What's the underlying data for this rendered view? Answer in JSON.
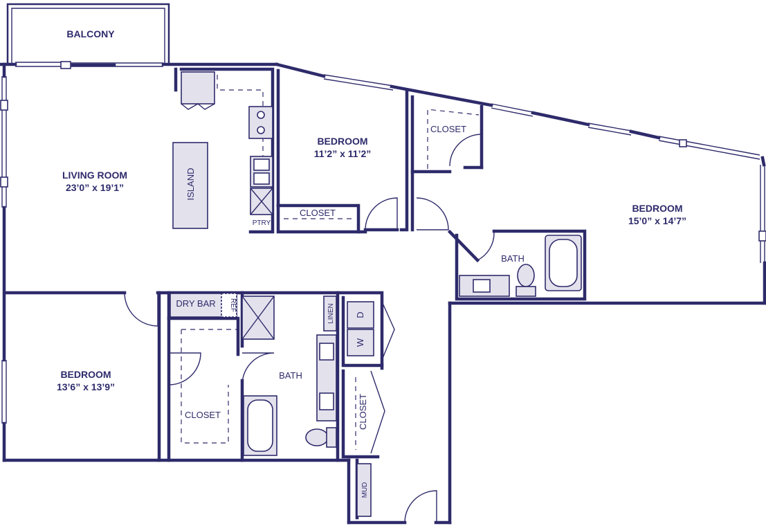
{
  "rooms": {
    "balcony": {
      "name": "BALCONY"
    },
    "living_room": {
      "name": "LIVING ROOM",
      "size": "23’0” x 19’1”"
    },
    "bedroom_1": {
      "name": "BEDROOM",
      "size": "11’2” x 11’2”"
    },
    "bedroom_2": {
      "name": "BEDROOM",
      "size": "15’0” x 14’7”"
    },
    "bedroom_3": {
      "name": "BEDROOM",
      "size": "13’6” x 13’9”"
    }
  },
  "labels": {
    "island": "ISLAND",
    "pantry": "PTRY",
    "closet_bed1": "CLOSET",
    "closet_bed2": "CLOSET",
    "closet_bed3": "CLOSET",
    "closet_hall": "CLOSET",
    "bath_master": "BATH",
    "bath_hall": "BATH",
    "dry_bar": "DRY BAR",
    "ref": "REF",
    "linen": "LINEN",
    "washer": "W",
    "dryer": "D",
    "mud": "MUD"
  },
  "colors": {
    "wall": "#2e2b6b",
    "fixture_fill": "#e3e1ec",
    "background": "#ffffff"
  }
}
